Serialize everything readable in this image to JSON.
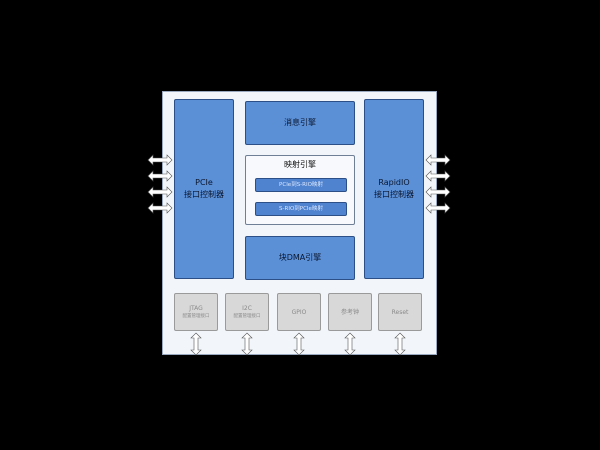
{
  "blocks": {
    "pcie": {
      "line1": "PCIe",
      "line2": "接口控制器"
    },
    "rapidio": {
      "line1": "RapidIO",
      "line2": "接口控制器"
    },
    "message_engine": "消息引擎",
    "mapping_engine": {
      "title": "映射引擎",
      "sub1": "PCIe到S-RIO映射",
      "sub2": "S-RIO到PCIe映射"
    },
    "dma_engine": "块DMA引擎"
  },
  "peripherals": [
    {
      "line1": "JTAG",
      "line2": "配置管理接口"
    },
    {
      "line1": "I2C",
      "line2": "配置管理接口"
    },
    {
      "line1": "GPIO",
      "line2": ""
    },
    {
      "line1": "参考钟",
      "line2": ""
    },
    {
      "line1": "Reset",
      "line2": ""
    }
  ],
  "colors": {
    "background": "#000000",
    "chip_fill": "#f2f6fb",
    "block_blue": "#5b8fd6",
    "peripheral_gray": "#d8d8d8",
    "arrow_fill": "#ffffff"
  },
  "icons": [
    "double-arrow-icon"
  ]
}
